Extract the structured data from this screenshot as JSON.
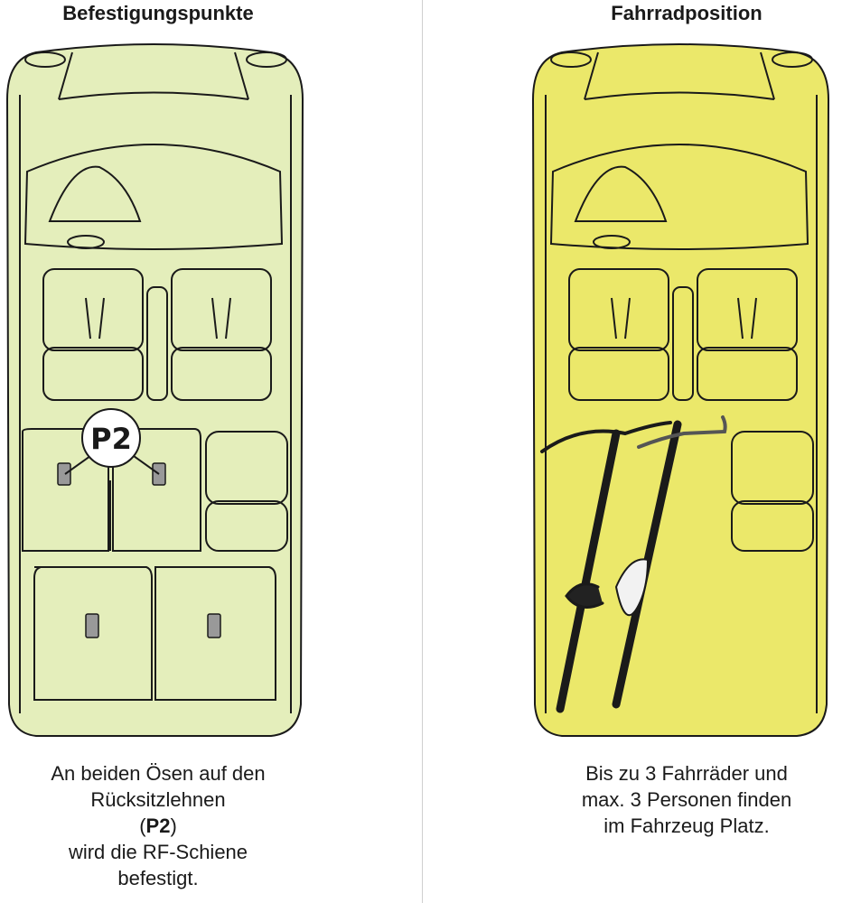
{
  "left_panel": {
    "title": "Befestigungspunkte",
    "marker_label": "P2",
    "caption_line1": "An beiden Ösen auf den",
    "caption_line2": "Rücksitzlehnen",
    "caption_open": "(",
    "caption_bold": "P2",
    "caption_close": ")",
    "caption_line4": "wird die RF-Schiene",
    "caption_line5": "befestigt.",
    "fill_color": "#e4eebb"
  },
  "right_panel": {
    "title": "Fahrradposition",
    "caption_line1": "Bis zu 3 Fahrräder und",
    "caption_line2": "max. 3 Personen finden",
    "caption_line3": "im Fahrzeug Platz.",
    "fill_color": "#ebe86a"
  }
}
